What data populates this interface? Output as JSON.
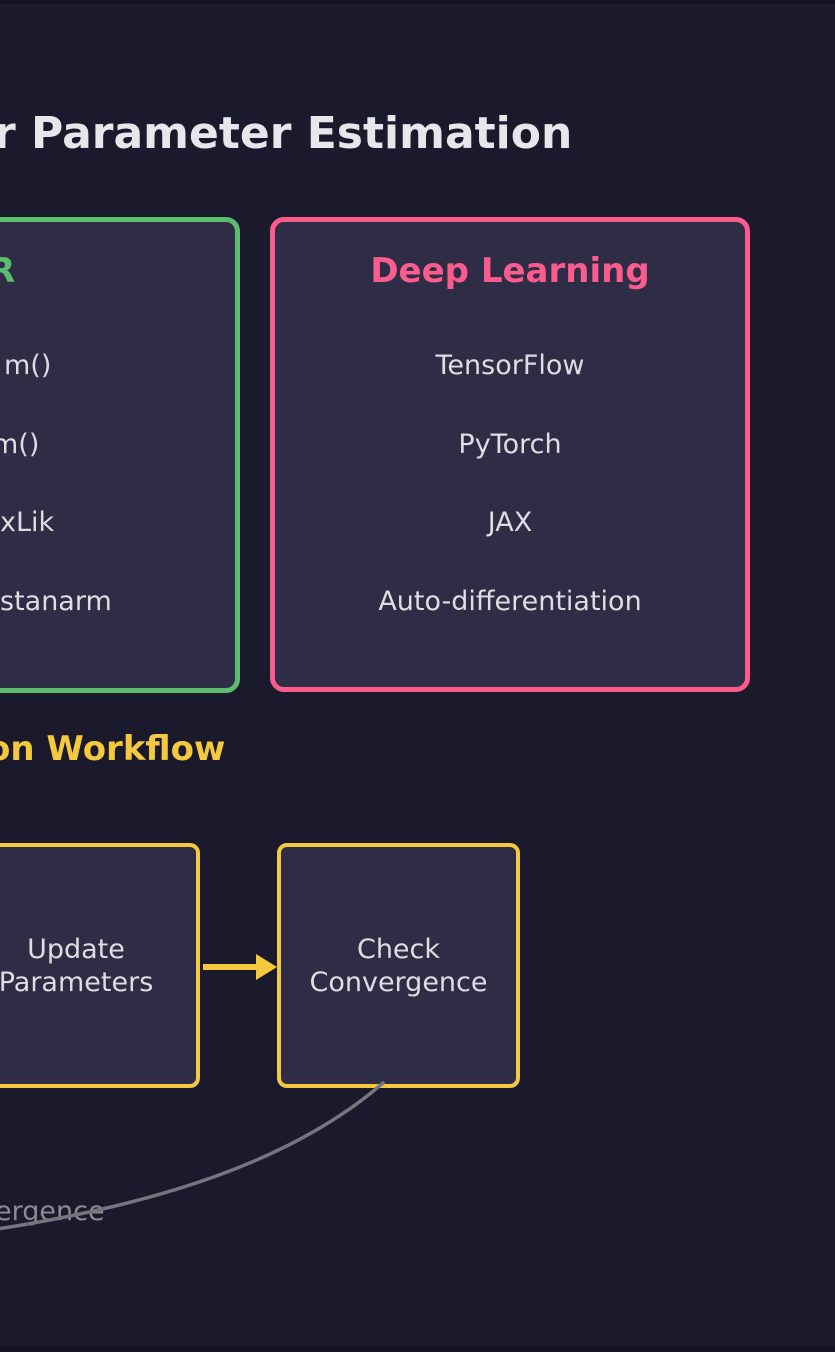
{
  "colors": {
    "bg": "#1a1a2c",
    "panel": "#2e2d45",
    "green": "#5dbd6f",
    "pink": "#fa5c8e",
    "yellow": "#f5c93e",
    "text-title": "#e7e7eb",
    "text-light": "#dddde2",
    "gray": "#8b8b93"
  },
  "header": {
    "title": "r Parameter Estimation"
  },
  "software": {
    "r_box": {
      "title": "R",
      "items": [
        "m()",
        "m()",
        "xLik",
        "stanarm"
      ]
    },
    "deep_learning_box": {
      "title": "Deep Learning",
      "items": [
        "TensorFlow",
        "PyTorch",
        "JAX",
        "Auto-differentiation"
      ]
    }
  },
  "workflow": {
    "heading": "on Workflow",
    "update_node": {
      "line1": "Update",
      "line2": "Parameters"
    },
    "check_node": {
      "line1": "Check",
      "line2": "Convergence"
    },
    "edge_label": "ergence"
  }
}
